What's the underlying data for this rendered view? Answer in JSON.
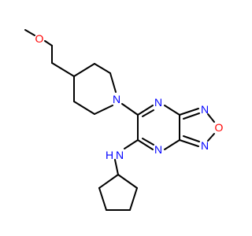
{
  "molecule": {
    "colors": {
      "bond": "#000000",
      "nitrogen": "#0000FF",
      "oxygen": "#FF0000",
      "background": "#ffffff"
    },
    "labels": {
      "ether_oxygen": "O",
      "piperidine_n": "N",
      "pyrazine_n_top": "N",
      "pyrazine_n_bottom": "N",
      "oxadiazole_n_top": "N",
      "oxadiazole_o": "O",
      "oxadiazole_n_bottom": "N",
      "amine_n": "N",
      "amine_h": "H"
    }
  }
}
